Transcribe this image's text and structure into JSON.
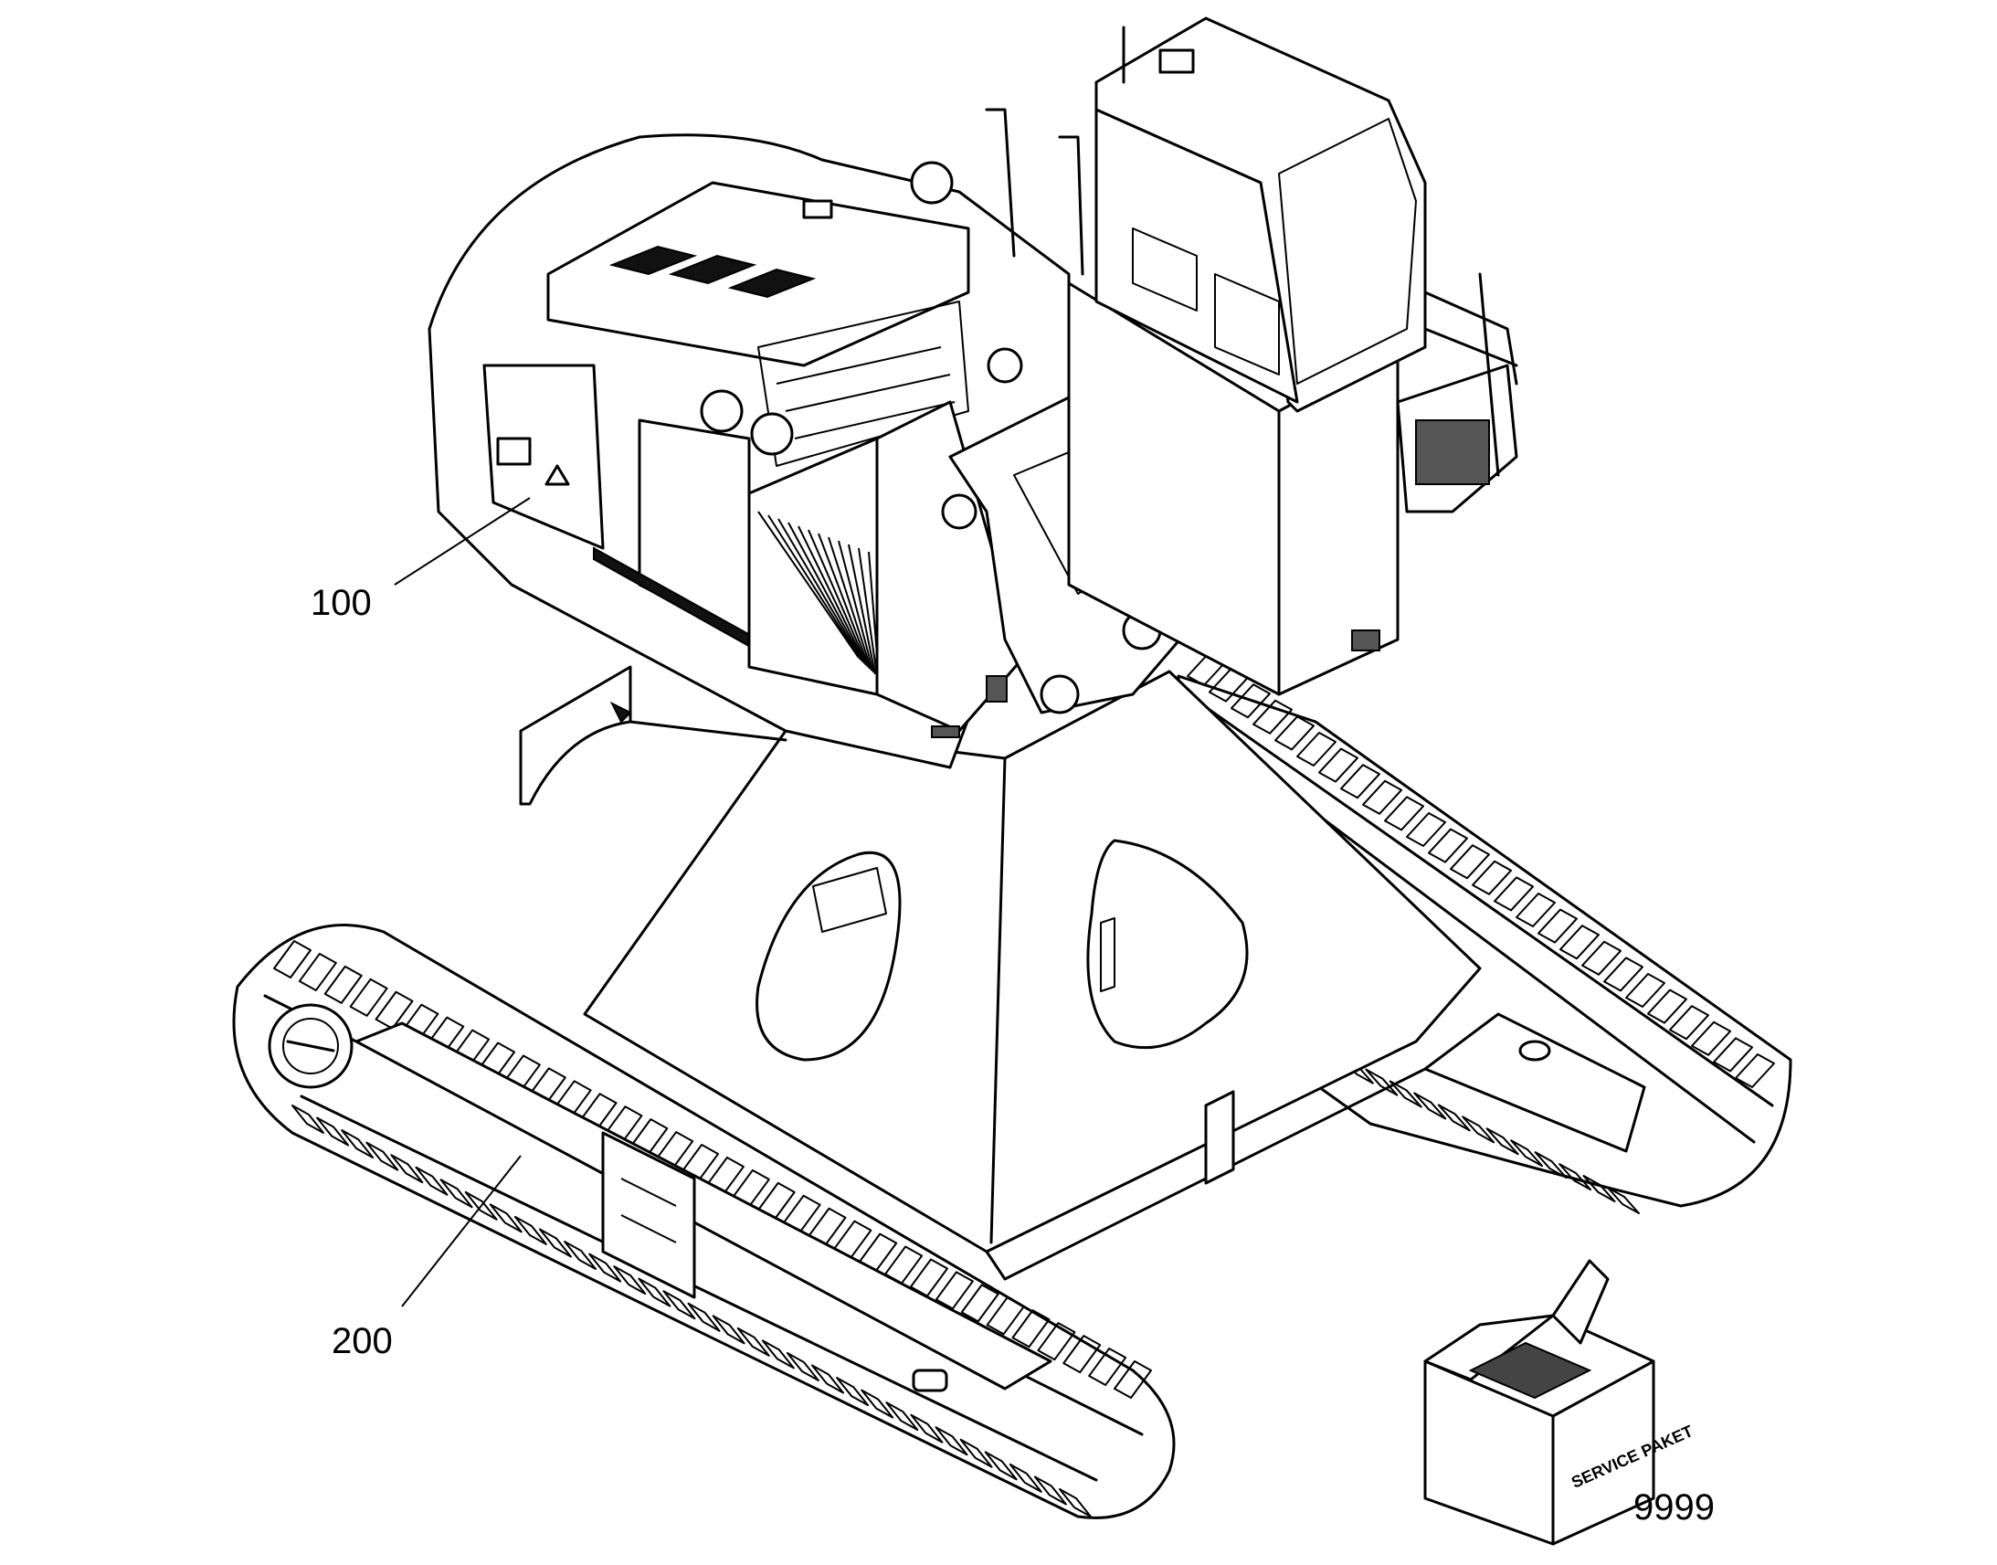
{
  "callouts": {
    "upper_carriage": "100",
    "undercarriage": "200",
    "service_kit": "9999"
  },
  "service_box_label": "SERVICE PAKET",
  "colors": {
    "line": "#000000",
    "background": "#ffffff",
    "fill_dark": "#111111"
  }
}
